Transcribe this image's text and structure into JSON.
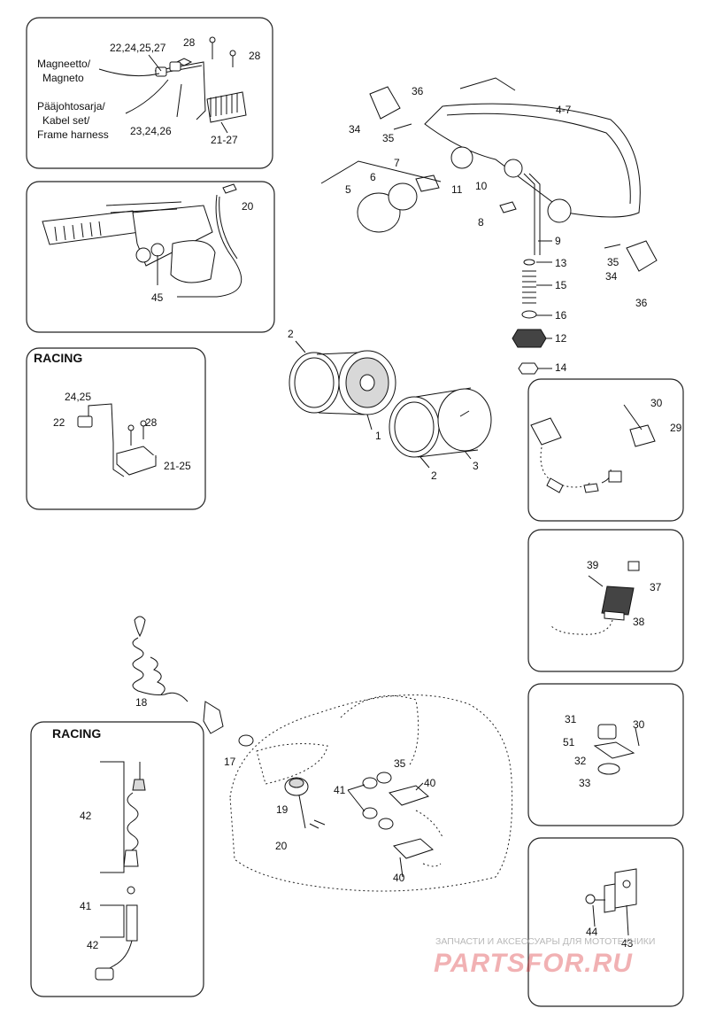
{
  "panels": {
    "magneto": {
      "legend_magneto": [
        "Magneetto/",
        "Magneto"
      ],
      "legend_harness": [
        "Pääjohtosarja/",
        "Kabel set/",
        "Frame harness"
      ],
      "callouts": {
        "c22": "22,24,25,27",
        "c28a": "28",
        "c28b": "28",
        "c23": "23,24,26",
        "c21": "21-27"
      }
    },
    "handlebar": {
      "callouts": {
        "c20": "20",
        "c45": "45"
      }
    },
    "racing_top": {
      "title": "RACING",
      "callouts": {
        "c24": "24,25",
        "c22": "22",
        "c28": "28",
        "c21": "21-25"
      }
    },
    "racing_bottom": {
      "title": "RACING",
      "callouts": {
        "c42a": "42",
        "c41": "41",
        "c42b": "42"
      }
    },
    "relay": {
      "callouts": {
        "c30": "30",
        "c29": "29"
      }
    },
    "fuse": {
      "callouts": {
        "c39": "39",
        "c37": "37",
        "c38": "38"
      }
    },
    "sensor": {
      "callouts": {
        "c31": "31",
        "c30": "30",
        "c51": "51",
        "c32": "32",
        "c33": "33"
      }
    },
    "bracket": {
      "callouts": {
        "c44": "44",
        "c43": "43"
      }
    }
  },
  "main": {
    "callouts": {
      "c36a": "36",
      "c34a": "34",
      "c35a": "35",
      "c47": "4-7",
      "c7": "7",
      "c6": "6",
      "c5": "5",
      "c11": "11",
      "c10": "10",
      "c8": "8",
      "c9": "9",
      "c35b": "35",
      "c34b": "34",
      "c36b": "36",
      "c13": "13",
      "c15": "15",
      "c16": "16",
      "c12": "12",
      "c14": "14",
      "c2a": "2",
      "c1": "1",
      "c2b": "2",
      "c3": "3",
      "c18": "18",
      "c17": "17",
      "c35c": "35",
      "c41": "41",
      "c40a": "40",
      "c19": "19",
      "c20": "20",
      "c40b": "40"
    }
  },
  "watermark": {
    "ru_text": "ЗАПЧАСТИ И АКСЕССУАРЫ ДЛЯ МОТОТЕХНИКИ",
    "logo": "PARTSFOR.RU"
  },
  "colors": {
    "line": "#111111",
    "watermark_red": "#d61f26",
    "panel_border": "#222222"
  }
}
